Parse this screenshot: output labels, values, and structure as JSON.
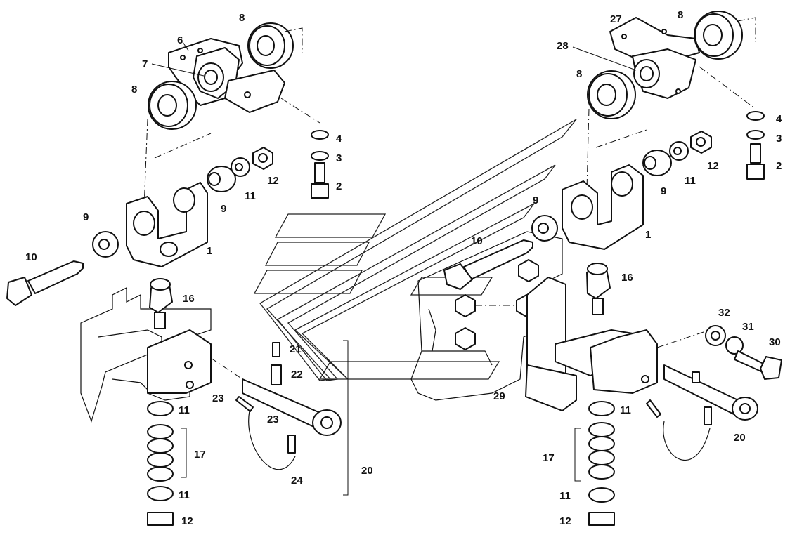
{
  "labels": {
    "l2a": "2",
    "l3a": "3",
    "l4a": "4",
    "l6": "6",
    "l7": "7",
    "l8a": "8",
    "l8b": "8",
    "l9a": "9",
    "l9b": "9",
    "l10a": "10",
    "l11a": "11",
    "l12a": "12",
    "l1a": "1",
    "l16a": "16",
    "l11b": "11",
    "l17a": "17",
    "l11c": "11",
    "l12b": "12",
    "l21": "21",
    "l22": "22",
    "l23a": "23",
    "l23b": "23",
    "l24": "24",
    "l20a": "20",
    "l27": "27",
    "l28": "28",
    "l8c": "8",
    "l8d": "8",
    "l4b": "4",
    "l3b": "3",
    "l2b": "2",
    "l12c": "12",
    "l11d": "11",
    "l9c": "9",
    "l9d": "9",
    "l10b": "10",
    "l1b": "1",
    "l16b": "16",
    "l32": "32",
    "l31": "31",
    "l30": "30",
    "l29": "29",
    "l11e": "11",
    "l17b": "17",
    "l11f": "11",
    "l12d": "12",
    "l20b": "20"
  }
}
